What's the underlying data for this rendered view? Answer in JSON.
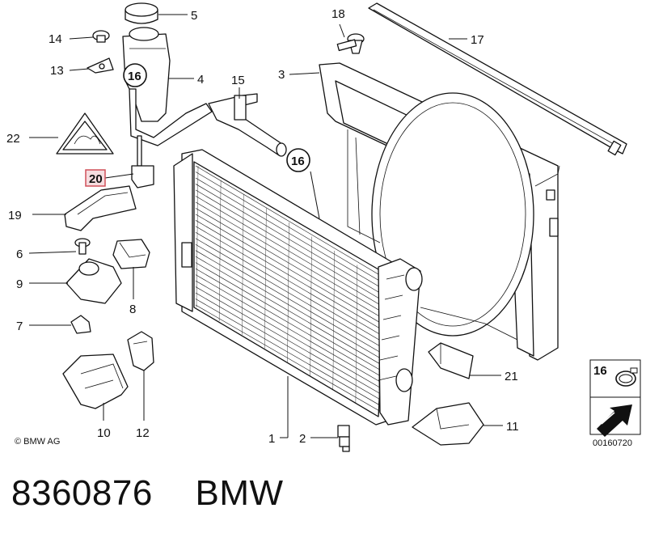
{
  "diagram": {
    "labels": {
      "p1": "1",
      "p2": "2",
      "p3": "3",
      "p4": "4",
      "p5": "5",
      "p6": "6",
      "p7": "7",
      "p8": "8",
      "p9": "9",
      "p10": "10",
      "p11": "11",
      "p12": "12",
      "p13": "13",
      "p14": "14",
      "p15": "15",
      "p17": "17",
      "p18": "18",
      "p19": "19",
      "p21": "21",
      "p22": "22",
      "p20": "20",
      "c16a": "16",
      "c16b": "16",
      "box16": "16"
    },
    "highlight_color": "#d0505a",
    "highlight_fill": "#f6dde0"
  },
  "copyright": "© BMW AG",
  "reference_number": "00160720",
  "footer": {
    "part_number": "8360876",
    "brand": "BMW"
  }
}
